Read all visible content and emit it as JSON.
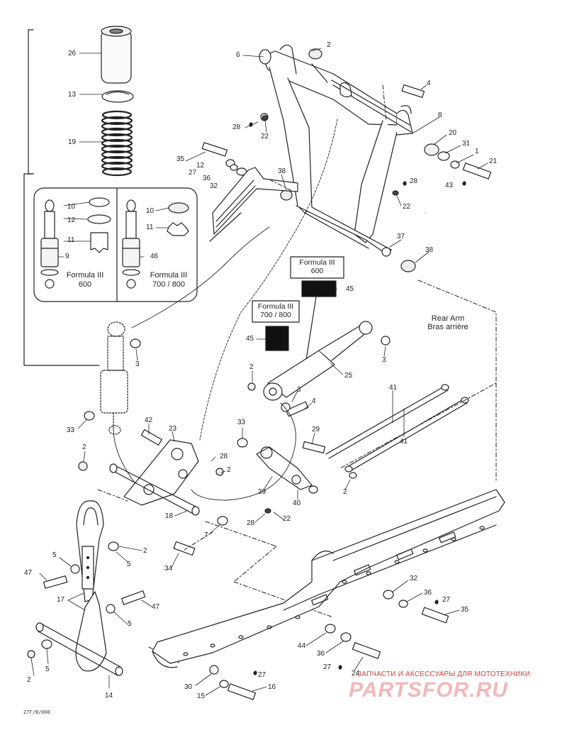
{
  "callouts": [
    {
      "id": "n26a",
      "text": "26"
    },
    {
      "id": "n13",
      "text": "13"
    },
    {
      "id": "n19",
      "text": "19"
    },
    {
      "id": "n6",
      "text": "6"
    },
    {
      "id": "n2a",
      "text": "2"
    },
    {
      "id": "n4a",
      "text": "4"
    },
    {
      "id": "n8",
      "text": "8"
    },
    {
      "id": "n28a",
      "text": "28"
    },
    {
      "id": "n22a",
      "text": "22"
    },
    {
      "id": "n20",
      "text": "20"
    },
    {
      "id": "n31",
      "text": "31"
    },
    {
      "id": "n1",
      "text": "1"
    },
    {
      "id": "n21",
      "text": "21"
    },
    {
      "id": "n43",
      "text": "43"
    },
    {
      "id": "n35a",
      "text": "35"
    },
    {
      "id": "n12",
      "text": "12"
    },
    {
      "id": "n27a",
      "text": "27"
    },
    {
      "id": "n36a",
      "text": "36"
    },
    {
      "id": "n32a",
      "text": "32"
    },
    {
      "id": "n38a",
      "text": "38"
    },
    {
      "id": "n28b",
      "text": "28"
    },
    {
      "id": "n22b",
      "text": "22"
    },
    {
      "id": "n10a",
      "text": "10"
    },
    {
      "id": "n12b",
      "text": "12"
    },
    {
      "id": "n11a",
      "text": "11"
    },
    {
      "id": "n9",
      "text": "9"
    },
    {
      "id": "n10b",
      "text": "10"
    },
    {
      "id": "n11b",
      "text": "11"
    },
    {
      "id": "n46",
      "text": "46"
    },
    {
      "id": "n37",
      "text": "37"
    },
    {
      "id": "n38b",
      "text": "38"
    },
    {
      "id": "n45a",
      "text": "45"
    },
    {
      "id": "n45b",
      "text": "45"
    },
    {
      "id": "n3a",
      "text": "3"
    },
    {
      "id": "n3b",
      "text": "3"
    },
    {
      "id": "n25",
      "text": "25"
    },
    {
      "id": "n2b",
      "text": "2"
    },
    {
      "id": "n3c",
      "text": "3"
    },
    {
      "id": "n4b",
      "text": "4"
    },
    {
      "id": "n41a",
      "text": "41"
    },
    {
      "id": "n41b",
      "text": "41"
    },
    {
      "id": "n33a",
      "text": "33"
    },
    {
      "id": "n42",
      "text": "42"
    },
    {
      "id": "n23",
      "text": "23"
    },
    {
      "id": "n2c",
      "text": "2"
    },
    {
      "id": "n28c",
      "text": "28"
    },
    {
      "id": "n2d",
      "text": "2"
    },
    {
      "id": "n33b",
      "text": "33"
    },
    {
      "id": "n29",
      "text": "29"
    },
    {
      "id": "n39",
      "text": "39"
    },
    {
      "id": "n40",
      "text": "40"
    },
    {
      "id": "n2e",
      "text": "2"
    },
    {
      "id": "n18",
      "text": "18"
    },
    {
      "id": "n7",
      "text": "7"
    },
    {
      "id": "n28d",
      "text": "28"
    },
    {
      "id": "n22c",
      "text": "22"
    },
    {
      "id": "n34",
      "text": "34"
    },
    {
      "id": "n5a",
      "text": "5"
    },
    {
      "id": "n2f",
      "text": "2"
    },
    {
      "id": "n5b",
      "text": "5"
    },
    {
      "id": "n47a",
      "text": "47"
    },
    {
      "id": "n17",
      "text": "17"
    },
    {
      "id": "n47b",
      "text": "47"
    },
    {
      "id": "n5c",
      "text": "5"
    },
    {
      "id": "n2g",
      "text": "2"
    },
    {
      "id": "n5d",
      "text": "5"
    },
    {
      "id": "n14",
      "text": "14"
    },
    {
      "id": "n32b",
      "text": "32"
    },
    {
      "id": "n36b",
      "text": "36"
    },
    {
      "id": "n27b",
      "text": "27"
    },
    {
      "id": "n35b",
      "text": "35"
    },
    {
      "id": "n44",
      "text": "44"
    },
    {
      "id": "n36c",
      "text": "36"
    },
    {
      "id": "n27c",
      "text": "27"
    },
    {
      "id": "n24",
      "text": "24"
    },
    {
      "id": "n27d",
      "text": "27"
    },
    {
      "id": "n30",
      "text": "30"
    },
    {
      "id": "n15",
      "text": "15"
    },
    {
      "id": "n16",
      "text": "16"
    }
  ],
  "inset_left": {
    "model": "Formula III",
    "engine": "600"
  },
  "inset_right": {
    "model": "Formula III",
    "engine": "700 / 800"
  },
  "box_600": {
    "model": "Formula III",
    "engine": "600"
  },
  "box_700": {
    "model": "Formula III",
    "engine": "700 / 800"
  },
  "rear_arm": {
    "en": "Rear Arm",
    "fr": "Bras arrière"
  },
  "drawing_code": "27Г/В/000",
  "watermark": {
    "tagline": "ЗАПЧАСТИ И АКСЕССУАРЫ ДЛЯ МОТОТЕХНИКИ",
    "logo": "PARTSFOR.RU"
  }
}
